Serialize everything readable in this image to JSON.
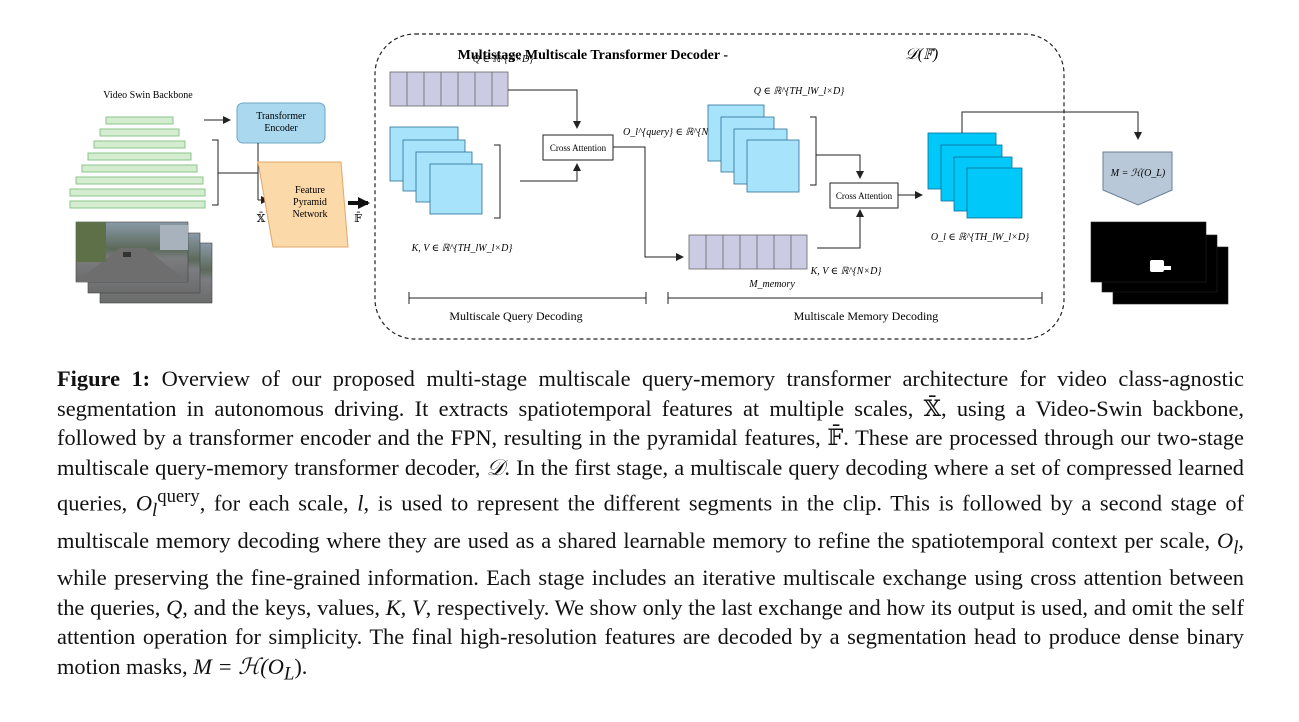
{
  "diagram": {
    "backbone_label": "Video Swin Backbone",
    "encoder_label": [
      "Transformer",
      "Encoder"
    ],
    "fpn_label": [
      "Feature",
      "Pyramid",
      "Network"
    ],
    "x_bar": "𝕏̄",
    "f_bar": "𝔽̄",
    "decoder_title": "Multistage Multiscale Transformer Decoder -",
    "decoder_symbol": "𝒟(𝔽̄)",
    "q_query": "Q ∈ ℝ^{N×D}",
    "cross_attention_1": "Cross Attention",
    "o_query": "O_l^{query} ∈ ℝ^{N×D}",
    "kv_query": "K, V ∈ ℝ^{TH_lW_l×D}",
    "q_memory": "Q ∈ ℝ^{TH_lW_l×D}",
    "cross_attention_2": "Cross Attention",
    "o_l": "O_l ∈ ℝ^{TH_lW_l×D}",
    "kv_memory": "K, V ∈ ℝ^{N×D}",
    "m_memory": "M_memory",
    "stage1_label": "Multiscale Query Decoding",
    "stage2_label": "Multiscale Memory Decoding",
    "head_label": "M = ℋ(O_L)"
  },
  "caption": {
    "label": "Figure 1:",
    "text_1": " Overview of our proposed multi-stage multiscale query-memory transformer architecture for video class-agnostic segmentation in autonomous driving. It extracts spatiotemporal features at multiple scales, ",
    "sym_x": "𝕏̄",
    "text_2": ", using a Video-Swin backbone, followed by a transformer encoder and the FPN, resulting in the pyramidal features, ",
    "sym_f": "𝔽̄",
    "text_3": ". These are processed through our two-stage multiscale query-memory transformer decoder, ",
    "sym_d": "𝒟",
    "text_4": ". In the first stage, a multiscale query decoding where a set of compressed learned queries, ",
    "sym_oq": "O",
    "sym_oq_sub": "l",
    "sym_oq_sup": "query",
    "text_5": ", for each scale, ",
    "sym_l": "l",
    "text_6": ", is used to represent the different segments in the clip. This is followed by a second stage of multiscale memory decoding where they are used as a shared learnable memory to refine the spatiotemporal context per scale, ",
    "sym_ol": "O",
    "sym_ol_sub": "l",
    "text_7": ", while preserving the fine-grained information. Each stage includes an iterative multiscale exchange using cross attention between the queries, ",
    "sym_q": "Q",
    "text_8": ", and the keys, values, ",
    "sym_kv": "K, V",
    "text_9": ", respectively. We show only the last exchange and how its output is used, and omit the self attention operation for simplicity. The final high-resolution features are decoded by a segmentation head to produce dense binary motion masks, ",
    "sym_m": "M = ℋ(O",
    "sym_m_sub": "L",
    "sym_m_end": ").",
    "text_10": ""
  }
}
